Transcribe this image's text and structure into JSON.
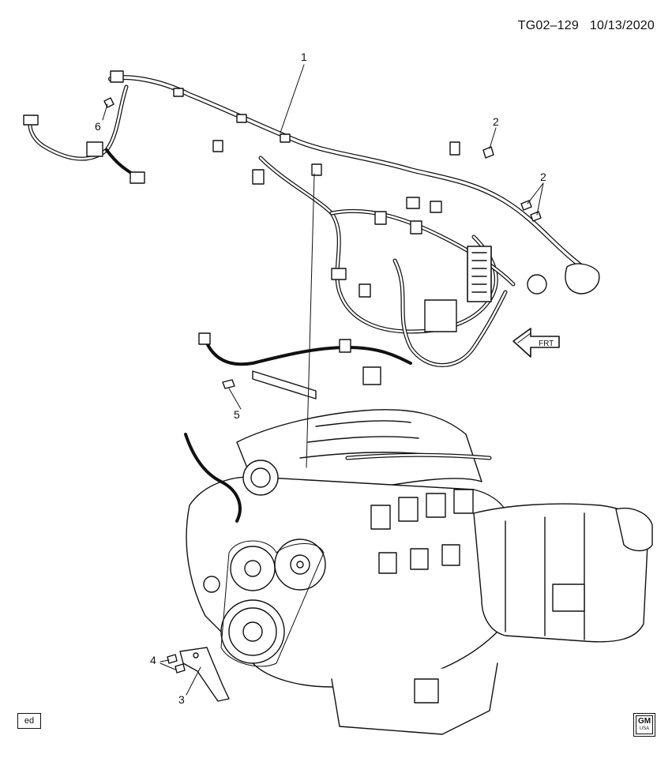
{
  "header": {
    "diagram_id": "TG02–129",
    "date": "10/13/2020"
  },
  "callouts": [
    {
      "id": "callout-1",
      "label": "1"
    },
    {
      "id": "callout-2a",
      "label": "2"
    },
    {
      "id": "callout-2b",
      "label": "2"
    },
    {
      "id": "callout-3",
      "label": "3"
    },
    {
      "id": "callout-4",
      "label": "4"
    },
    {
      "id": "callout-5",
      "label": "5"
    },
    {
      "id": "callout-6",
      "label": "6"
    }
  ],
  "direction_arrow": {
    "label": "FRT"
  },
  "footer": {
    "ed_label": "ed",
    "logo_text": "GM",
    "logo_subtext": "USA"
  },
  "icons": [
    "frt-arrow-icon",
    "gm-logo-icon"
  ]
}
